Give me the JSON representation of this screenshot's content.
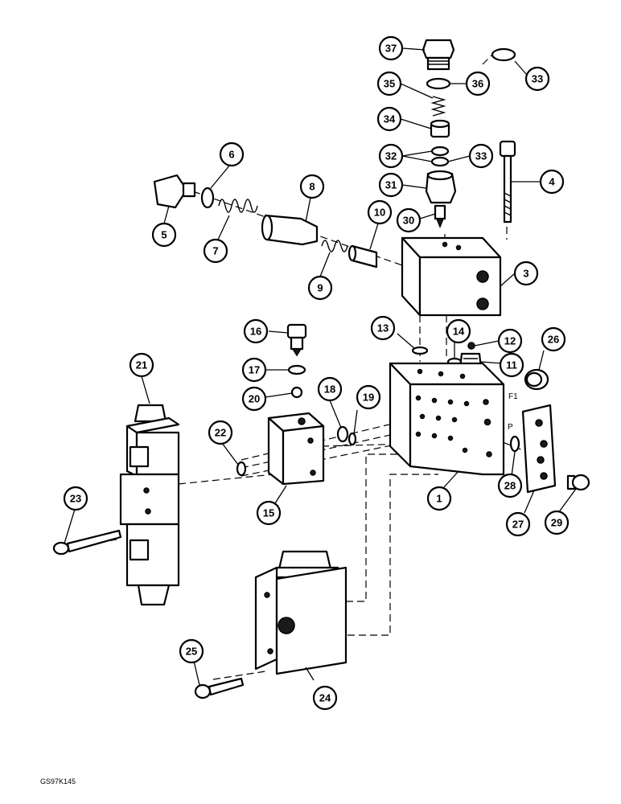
{
  "drawing": {
    "code": "GS97K145",
    "port_labels": [
      "F1",
      "P"
    ]
  },
  "callouts": [
    {
      "id": "c1",
      "label": "1"
    },
    {
      "id": "c3",
      "label": "3"
    },
    {
      "id": "c4",
      "label": "4"
    },
    {
      "id": "c5",
      "label": "5"
    },
    {
      "id": "c6",
      "label": "6"
    },
    {
      "id": "c7",
      "label": "7"
    },
    {
      "id": "c8",
      "label": "8"
    },
    {
      "id": "c9",
      "label": "9"
    },
    {
      "id": "c10",
      "label": "10"
    },
    {
      "id": "c11",
      "label": "11"
    },
    {
      "id": "c12",
      "label": "12"
    },
    {
      "id": "c13",
      "label": "13"
    },
    {
      "id": "c14",
      "label": "14"
    },
    {
      "id": "c15",
      "label": "15"
    },
    {
      "id": "c16",
      "label": "16"
    },
    {
      "id": "c17",
      "label": "17"
    },
    {
      "id": "c18",
      "label": "18"
    },
    {
      "id": "c19",
      "label": "19"
    },
    {
      "id": "c20",
      "label": "20"
    },
    {
      "id": "c21",
      "label": "21"
    },
    {
      "id": "c22",
      "label": "22"
    },
    {
      "id": "c23",
      "label": "23"
    },
    {
      "id": "c24",
      "label": "24"
    },
    {
      "id": "c25",
      "label": "25"
    },
    {
      "id": "c26",
      "label": "26"
    },
    {
      "id": "c27",
      "label": "27"
    },
    {
      "id": "c28",
      "label": "28"
    },
    {
      "id": "c29",
      "label": "29"
    },
    {
      "id": "c30",
      "label": "30"
    },
    {
      "id": "c31",
      "label": "31"
    },
    {
      "id": "c32",
      "label": "32"
    },
    {
      "id": "c33a",
      "label": "33"
    },
    {
      "id": "c33b",
      "label": "33"
    },
    {
      "id": "c34",
      "label": "34"
    },
    {
      "id": "c35",
      "label": "35"
    },
    {
      "id": "c36",
      "label": "36"
    },
    {
      "id": "c37",
      "label": "37"
    }
  ]
}
